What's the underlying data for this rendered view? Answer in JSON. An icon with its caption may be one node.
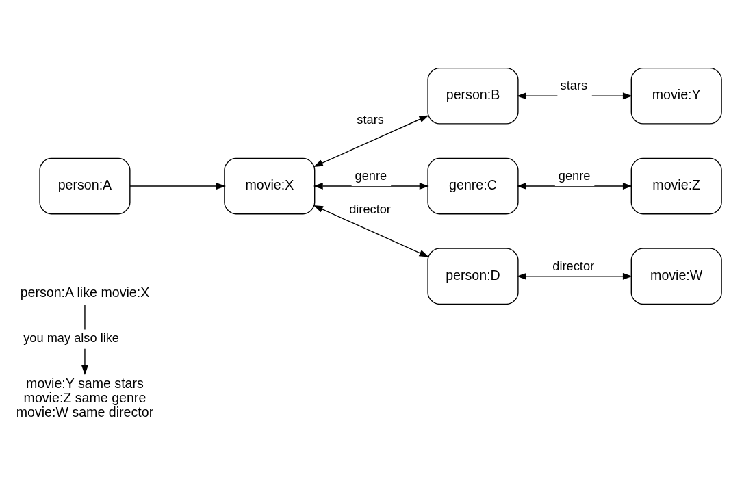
{
  "diagram": {
    "nodes": [
      {
        "text": [
          "person:A"
        ]
      },
      {
        "text": [
          "movie:X"
        ]
      },
      {
        "text": [
          "person:B"
        ]
      },
      {
        "text": [
          "genre:C"
        ]
      },
      {
        "text": [
          "person:D"
        ]
      },
      {
        "text": [
          "movie:Y"
        ]
      },
      {
        "text": [
          "movie:Z"
        ]
      },
      {
        "text": [
          "movie:W"
        ]
      },
      {
        "text": [
          "person:A like movie:X"
        ]
      },
      {
        "text": [
          "movie:Y same stars movie:Z same genre movie:W same director"
        ]
      }
    ],
    "edges": [
      {
        "from": 0,
        "to": 1,
        "arrow": "to"
      },
      {
        "from": 1,
        "to": 2,
        "arrow": "both",
        "label": "stars"
      },
      {
        "from": 1,
        "to": 3,
        "arrow": "both",
        "label": "genre"
      },
      {
        "from": 1,
        "to": 4,
        "arrow": "both",
        "label": "director"
      },
      {
        "from": 2,
        "to": 5,
        "arrow": "both",
        "label": "stars"
      },
      {
        "from": 3,
        "to": 6,
        "arrow": "both",
        "label": "genre"
      },
      {
        "from": 4,
        "to": 7,
        "arrow": "both",
        "label": "director"
      },
      {
        "from": 8,
        "to": 9,
        "arrow": "to",
        "label": "you may also like"
      }
    ]
  }
}
